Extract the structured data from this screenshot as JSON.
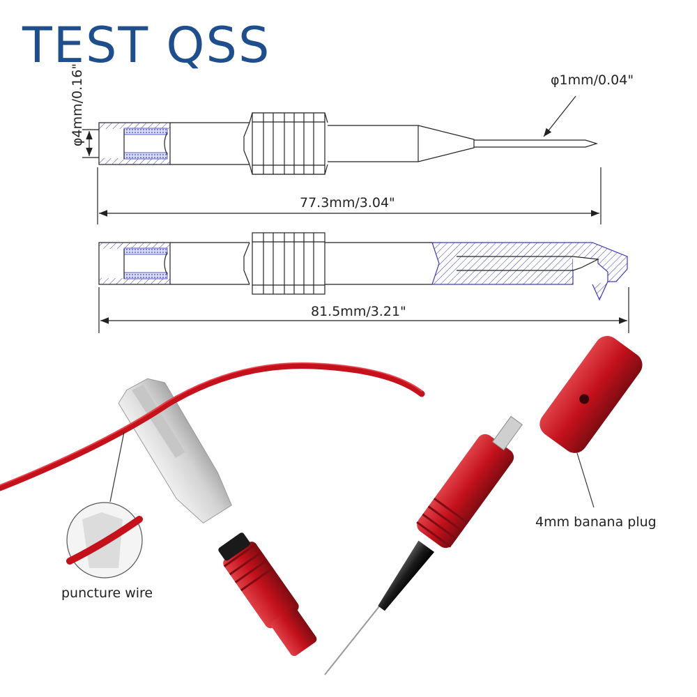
{
  "brand": {
    "title": "TEST QSS",
    "color": "#1f4e8c"
  },
  "dimensions": {
    "tip_diameter": "φ1mm/0.04\"",
    "socket_diameter": "φ4mm/0.16\"",
    "length_probe": "77.3mm/3.04\"",
    "length_hook": "81.5mm/3.21\""
  },
  "callouts": {
    "puncture": "puncture wire",
    "banana": "4mm banana plug"
  },
  "colors": {
    "hatch": "#3a3ac0",
    "probe_red": "#c8202a",
    "probe_dark_red": "#8e1118",
    "probe_black": "#1a1a1a",
    "clip_gray": "#d8d8d8",
    "wire_red": "#d4111c",
    "outline": "#222222"
  }
}
